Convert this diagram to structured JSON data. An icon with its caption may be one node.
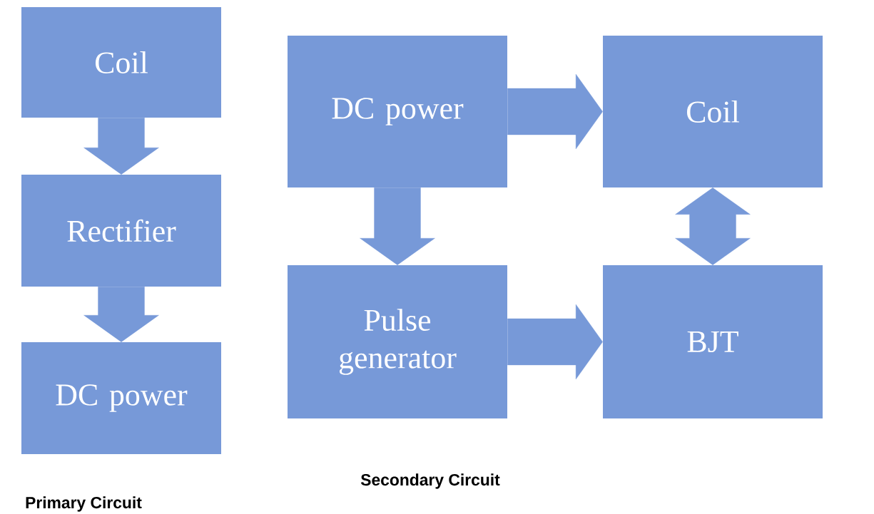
{
  "diagram": {
    "nodes": [
      {
        "text": [
          "Coil"
        ]
      },
      {
        "text": [
          "Rectifier"
        ]
      },
      {
        "text": [
          "DC power"
        ]
      },
      {
        "text": [
          "DC power"
        ]
      },
      {
        "text": [
          "Coil"
        ]
      },
      {
        "text": [
          "Pulse generator"
        ]
      },
      {
        "text": [
          "BJT"
        ]
      }
    ],
    "edges": [
      {
        "from": 0,
        "to": 1,
        "arrow": "to"
      },
      {
        "from": 1,
        "to": 2,
        "arrow": "to"
      },
      {
        "from": 3,
        "to": 4,
        "arrow": "to"
      },
      {
        "from": 3,
        "to": 5,
        "arrow": "to"
      },
      {
        "from": 5,
        "to": 6,
        "arrow": "to"
      },
      {
        "from": 4,
        "to": 6,
        "arrow": "both"
      }
    ],
    "labels": [
      "Secondary Circuit",
      "Primary Circuit"
    ]
  }
}
